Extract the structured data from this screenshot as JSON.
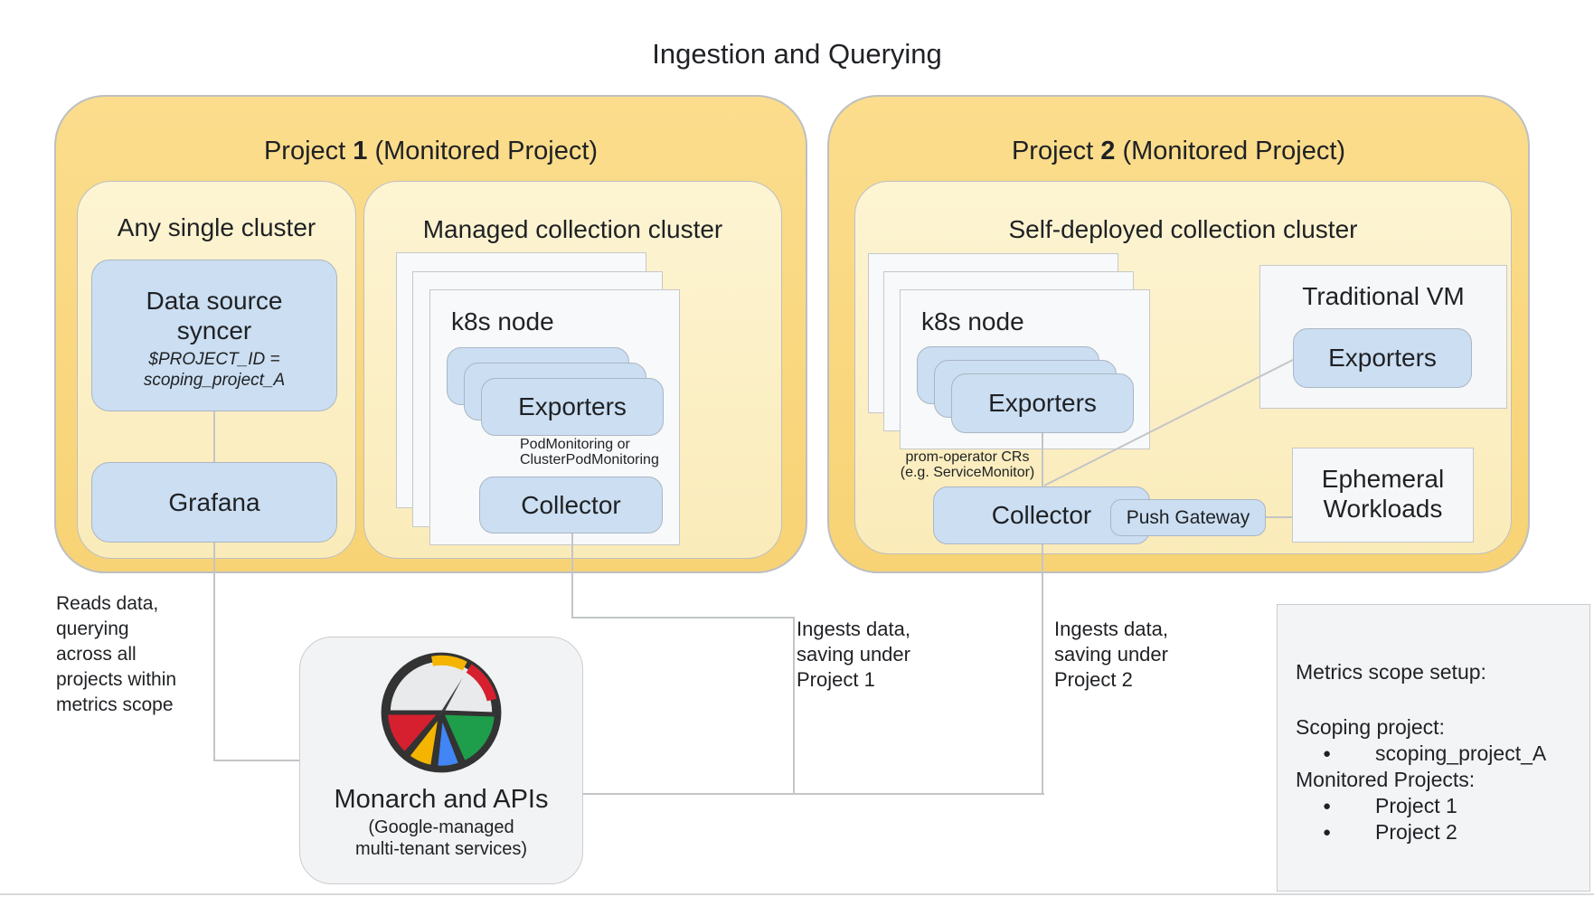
{
  "title": "Ingestion and Querying",
  "project1": {
    "title_prefix": "Project",
    "title_number": "1",
    "title_suffix": "(Monitored Project)",
    "any_single_cluster": {
      "label": "Any single cluster",
      "data_source_syncer": {
        "name_line1": "Data source",
        "name_line2": "syncer",
        "param_line1": "$PROJECT_ID =",
        "param_line2": "scoping_project_A"
      },
      "grafana_label": "Grafana"
    },
    "managed_cluster": {
      "label": "Managed collection cluster",
      "k8s_node_label": "k8s node",
      "exporters_label": "Exporters",
      "note_line1": "PodMonitoring or",
      "note_line2": "ClusterPodMonitoring",
      "collector_label": "Collector"
    }
  },
  "project2": {
    "title_prefix": "Project",
    "title_number": "2",
    "title_suffix": "(Monitored Project)",
    "self_deployed_cluster": {
      "label": "Self-deployed collection cluster",
      "k8s_node_label": "k8s node",
      "exporters_label": "Exporters",
      "note_line1": "prom-operator CRs",
      "note_line2": "(e.g. ServiceMonitor)",
      "collector_label": "Collector",
      "push_gateway_label": "Push Gateway",
      "traditional_vm": {
        "label": "Traditional VM",
        "exporters_label": "Exporters"
      },
      "ephemeral_workloads": {
        "line1": "Ephemeral",
        "line2": "Workloads"
      }
    }
  },
  "monarch": {
    "title": "Monarch and APIs",
    "subtitle_line1": "(Google-managed",
    "subtitle_line2": "multi-tenant services)"
  },
  "annotations": {
    "reads_data": [
      "Reads data,",
      "querying",
      "across all",
      "projects within",
      "metrics scope"
    ],
    "ingests_project1": [
      "Ingests data,",
      "saving under",
      "Project 1"
    ],
    "ingests_project2": [
      "Ingests data,",
      "saving under",
      "Project 2"
    ]
  },
  "metrics_scope": {
    "title": "Metrics scope setup:",
    "scoping_label": "Scoping project:",
    "scoping_item": "scoping_project_A",
    "monitored_label": "Monitored Projects:",
    "monitored_item1": "Project 1",
    "monitored_item2": "Project 2"
  },
  "colors": {
    "gold": "#F9D77D",
    "pale_yellow": "#FCEFC6",
    "blue_fill": "#CBDEF2",
    "connector_line": "#C3C5C7",
    "gauge_red": "#D6202F",
    "gauge_yellow": "#F4B400",
    "gauge_blue": "#4285F4",
    "gauge_green": "#1E9E4A"
  }
}
